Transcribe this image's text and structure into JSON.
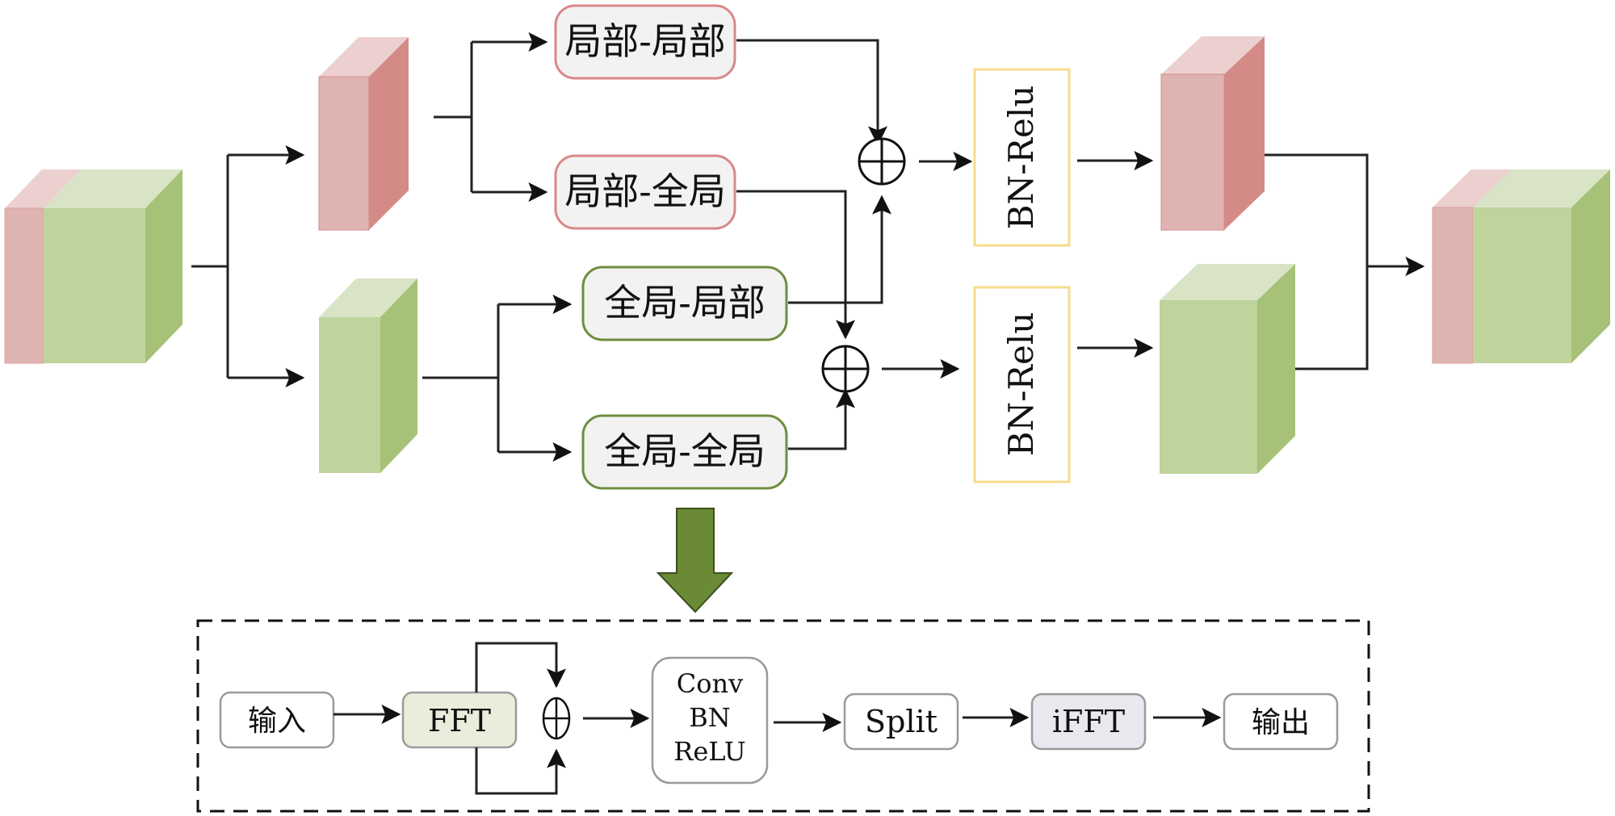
{
  "figure": {
    "top_section": {
      "input_tensor": {
        "label": "",
        "colors": {
          "local": "#dfb3b1",
          "global": "#bfd39c"
        }
      },
      "local_branch": {
        "ops": [
          {
            "id": "local-local",
            "label": "局部-局部"
          },
          {
            "id": "local-global",
            "label": "局部-全局"
          }
        ],
        "border_color": "#d8888a"
      },
      "global_branch": {
        "ops": [
          {
            "id": "global-local",
            "label": "全局-局部"
          },
          {
            "id": "global-global",
            "label": "全局-全局"
          }
        ],
        "border_color": "#6e8e3e"
      },
      "bn_relu": [
        {
          "label": "BN-Relu"
        },
        {
          "label": "BN-Relu"
        }
      ],
      "bn_border_color": "#f6dc8c",
      "add_symbol": "⊕",
      "output_tensor": {
        "label": ""
      }
    },
    "expand_arrow_color": "#6b8a35",
    "bottom_section": {
      "nodes": [
        {
          "id": "input",
          "label": "输入",
          "fill": "#ffffff"
        },
        {
          "id": "fft",
          "label": "FFT",
          "fill": "#e9eddc"
        },
        {
          "id": "conv",
          "lines": [
            "Conv",
            "BN",
            "ReLU"
          ],
          "fill": "#ffffff"
        },
        {
          "id": "split",
          "label": "Split",
          "fill": "#ffffff"
        },
        {
          "id": "ifft",
          "label": "iFFT",
          "fill": "#e8e8ef"
        },
        {
          "id": "output",
          "label": "输出",
          "fill": "#ffffff"
        }
      ],
      "add_symbol": "⊕"
    }
  }
}
